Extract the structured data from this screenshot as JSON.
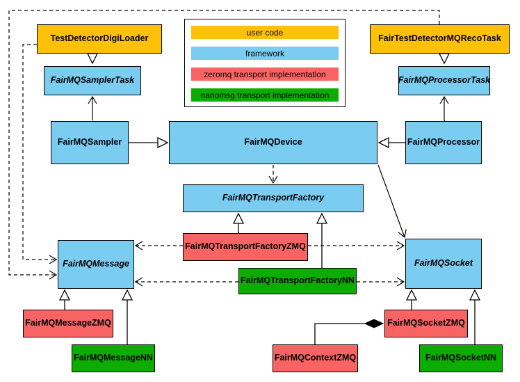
{
  "colors": {
    "user_code": "#ffc107",
    "framework": "#7accf0",
    "zeromq": "#f86363",
    "nanomsg": "#0cad00",
    "line": "#000000",
    "background": "#ffffff"
  },
  "legend": {
    "items": [
      {
        "label": "user code",
        "color": "#ffc107"
      },
      {
        "label": "framework",
        "color": "#7accf0"
      },
      {
        "label": "zeromq transport implementation",
        "color": "#f86363"
      },
      {
        "label": "nanomsg transport implementation",
        "color": "#0cad00"
      }
    ]
  },
  "nodes": {
    "testDetectorDigiLoader": {
      "label": "TestDetectorDigiLoader",
      "category": "user code",
      "abstract": false
    },
    "fairTestDetectorMQRecoTask": {
      "label": "FairTestDetectorMQRecoTask",
      "category": "user code",
      "abstract": false
    },
    "samplerTask": {
      "label": "FairMQSamplerTask",
      "category": "framework",
      "abstract": true
    },
    "processorTask": {
      "label": "FairMQProcessorTask",
      "category": "framework",
      "abstract": true
    },
    "sampler": {
      "label": "FairMQSampler",
      "category": "framework",
      "abstract": false
    },
    "device": {
      "label": "FairMQDevice",
      "category": "framework",
      "abstract": false
    },
    "processor": {
      "label": "FairMQProcessor",
      "category": "framework",
      "abstract": false
    },
    "transportFactory": {
      "label": "FairMQTransportFactory",
      "category": "framework",
      "abstract": true
    },
    "transportFactoryZMQ": {
      "label": "FairMQTransportFactoryZMQ",
      "category": "zeromq",
      "abstract": false
    },
    "transportFactoryNN": {
      "label": "FairMQTransportFactoryNN",
      "category": "nanomsg",
      "abstract": false
    },
    "message": {
      "label": "FairMQMessage",
      "category": "framework",
      "abstract": true
    },
    "socket": {
      "label": "FairMQSocket",
      "category": "framework",
      "abstract": true
    },
    "messageZMQ": {
      "label": "FairMQMessageZMQ",
      "category": "zeromq",
      "abstract": false
    },
    "messageNN": {
      "label": "FairMQMessageNN",
      "category": "nanomsg",
      "abstract": false
    },
    "contextZMQ": {
      "label": "FairMQContextZMQ",
      "category": "zeromq",
      "abstract": false
    },
    "socketZMQ": {
      "label": "FairMQSocketZMQ",
      "category": "zeromq",
      "abstract": false
    },
    "socketNN": {
      "label": "FairMQSocketNN",
      "category": "nanomsg",
      "abstract": false
    }
  },
  "relationships": [
    {
      "from": "TestDetectorDigiLoader",
      "to": "FairMQSamplerTask",
      "type": "inheritance"
    },
    {
      "from": "FairTestDetectorMQRecoTask",
      "to": "FairMQProcessorTask",
      "type": "inheritance"
    },
    {
      "from": "FairMQSampler",
      "to": "FairMQDevice",
      "type": "inheritance"
    },
    {
      "from": "FairMQProcessor",
      "to": "FairMQDevice",
      "type": "inheritance"
    },
    {
      "from": "FairMQTransportFactoryZMQ",
      "to": "FairMQTransportFactory",
      "type": "inheritance"
    },
    {
      "from": "FairMQTransportFactoryNN",
      "to": "FairMQTransportFactory",
      "type": "inheritance"
    },
    {
      "from": "FairMQMessageZMQ",
      "to": "FairMQMessage",
      "type": "inheritance"
    },
    {
      "from": "FairMQMessageNN",
      "to": "FairMQMessage",
      "type": "inheritance"
    },
    {
      "from": "FairMQSocketZMQ",
      "to": "FairMQSocket",
      "type": "inheritance"
    },
    {
      "from": "FairMQSocketNN",
      "to": "FairMQSocket",
      "type": "inheritance"
    },
    {
      "from": "FairMQSampler",
      "to": "FairMQSamplerTask",
      "type": "association"
    },
    {
      "from": "FairMQProcessor",
      "to": "FairMQProcessorTask",
      "type": "association"
    },
    {
      "from": "FairMQDevice",
      "to": "FairMQSocket",
      "type": "association"
    },
    {
      "from": "FairMQDevice",
      "to": "FairMQTransportFactory",
      "type": "dependency"
    },
    {
      "from": "TestDetectorDigiLoader",
      "to": "FairMQMessage",
      "type": "dependency"
    },
    {
      "from": "FairTestDetectorMQRecoTask",
      "to": "FairMQMessage",
      "type": "dependency"
    },
    {
      "from": "FairMQTransportFactoryZMQ",
      "to": "FairMQMessage",
      "type": "dependency"
    },
    {
      "from": "FairMQTransportFactoryZMQ",
      "to": "FairMQSocket",
      "type": "dependency"
    },
    {
      "from": "FairMQTransportFactoryNN",
      "to": "FairMQMessage",
      "type": "dependency"
    },
    {
      "from": "FairMQTransportFactoryNN",
      "to": "FairMQSocket",
      "type": "dependency"
    },
    {
      "from": "FairMQContextZMQ",
      "to": "FairMQSocketZMQ",
      "type": "composition"
    }
  ]
}
